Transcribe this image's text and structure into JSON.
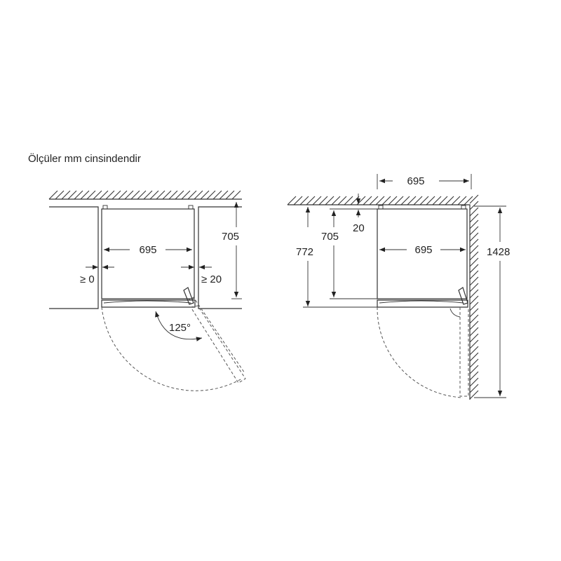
{
  "caption": "Ölçüler mm cinsindendir",
  "left_view": {
    "width_label": "695",
    "left_gap_label": "≥ 0",
    "right_gap_label": "≥ 20",
    "depth_label": "705",
    "angle_label": "125°"
  },
  "right_view": {
    "top_width_label": "695",
    "wall_gap_label": "20",
    "depth_total_label": "772",
    "depth_label": "705",
    "width_label": "695",
    "open_depth_label": "1428"
  }
}
